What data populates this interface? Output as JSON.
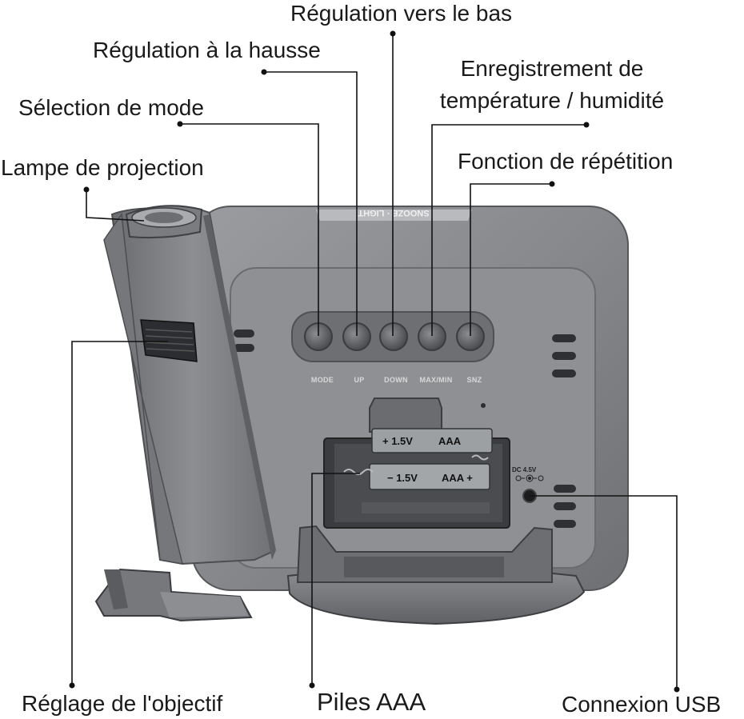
{
  "callouts": {
    "down": "Régulation vers le bas",
    "up": "Régulation à la hausse",
    "record_line1": "Enregistrement de",
    "record_line2": "température / humidité",
    "mode": "Sélection de mode",
    "snooze": "Fonction de répétition",
    "lamp": "Lampe de projection",
    "lens": "Réglage de l'objectif",
    "batteries": "Piles AAA",
    "usb": "Connexion USB"
  },
  "device": {
    "top_label": "SNOOZE · LIGHT",
    "buttons": [
      "MODE",
      "UP",
      "DOWN",
      "MAX/MIN",
      "SNZ"
    ],
    "battery_top": [
      "+ 1.5V",
      "AAA"
    ],
    "battery_bottom": [
      "− 1.5V",
      "AAA +"
    ],
    "power_label": "DC 4.5V"
  },
  "colors": {
    "body": "#8a8c8f",
    "body_dark": "#5e6063",
    "leader": "#111111",
    "text": "#1a1a1a"
  }
}
